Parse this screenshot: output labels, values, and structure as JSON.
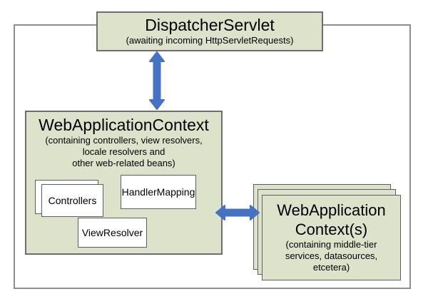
{
  "dispatcher": {
    "title": "DispatcherServlet",
    "subtitle": "(awaiting incoming HttpServletRequests)"
  },
  "web_app_context": {
    "title": "WebApplicationContext",
    "subtitle_lines": [
      "(containing controllers, view resolvers,",
      "locale resolvers and",
      "other web-related beans)"
    ],
    "beans": {
      "controllers": "Controllers",
      "handler_mapping": "HandlerMapping",
      "view_resolver": "ViewResolver"
    }
  },
  "middle_tier_contexts": {
    "title_lines": [
      "WebApplication",
      "Context(s)"
    ],
    "subtitle_lines": [
      "(containing middle-tier",
      "services, datasources,",
      "etcetera)"
    ]
  },
  "colors": {
    "box_fill": "#dde3cb",
    "box_border": "#6e6e6e",
    "outer_border": "#8f8f8f",
    "arrow_blue": "#4473c4"
  }
}
